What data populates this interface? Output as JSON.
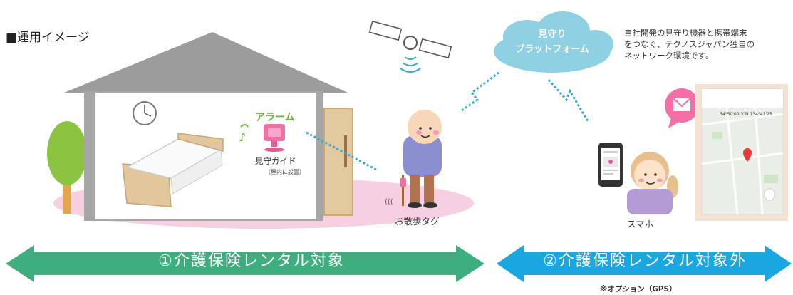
{
  "title": "■運用イメージ",
  "cloud": {
    "line1": "見守り",
    "line2": "プラットフォーム"
  },
  "description": [
    "自社開発の見守り機器と携帯端末",
    "をつなぐ、テクノスジャパン独自の",
    "ネットワーク環境です。"
  ],
  "alarm_label": "アラーム",
  "guide": {
    "label": "見守ガイド",
    "sublabel": "（屋内に設置）"
  },
  "walk_tag_label": "お散歩タグ",
  "smartphone_label": "スマホ",
  "arrow_left": {
    "label": "①介護保険レンタル対象",
    "color": "#3fae7f"
  },
  "arrow_right": {
    "label": "②介護保険レンタル対象外",
    "color": "#1aa6e0"
  },
  "option_note": "※オプション（GPS）",
  "map_coords": "34°50'00.3\"N 134°41'25"
}
